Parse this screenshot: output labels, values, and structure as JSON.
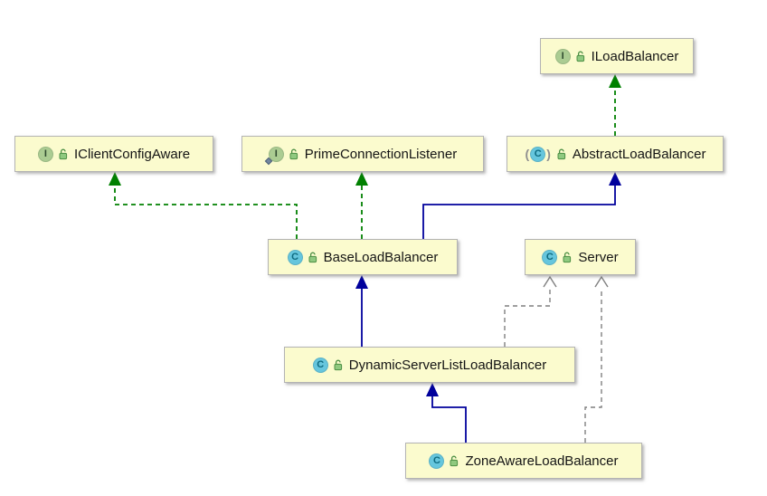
{
  "diagram": {
    "colors": {
      "background": "#ffffff",
      "node_fill": "#fbfbce",
      "node_border": "#b3b3b3",
      "extends_edge": "#00009c",
      "implements_edge": "#008000",
      "dependency_edge": "#7f7f7f",
      "interface_icon_bg": "#abcc92",
      "class_icon_bg": "#66c6dd",
      "lock_icon_green": "#4c8f44"
    },
    "nodes": [
      {
        "id": "iloadbalancer",
        "label": "ILoadBalancer",
        "kind": "interface",
        "icon_letter": "I",
        "visibility_icon": "unlocked-padlock"
      },
      {
        "id": "iclientconfigaware",
        "label": "IClientConfigAware",
        "kind": "interface",
        "icon_letter": "I",
        "visibility_icon": "unlocked-padlock"
      },
      {
        "id": "primeconnectionlistener",
        "label": "PrimeConnectionListener",
        "kind": "inner-interface",
        "icon_letter": "I",
        "visibility_icon": "unlocked-padlock"
      },
      {
        "id": "abstractloadbalancer",
        "label": "AbstractLoadBalancer",
        "kind": "abstract-class",
        "icon_letter": "C",
        "visibility_icon": "unlocked-padlock"
      },
      {
        "id": "baseloadbalancer",
        "label": "BaseLoadBalancer",
        "kind": "class",
        "icon_letter": "C",
        "visibility_icon": "unlocked-padlock"
      },
      {
        "id": "server",
        "label": "Server",
        "kind": "class",
        "icon_letter": "C",
        "visibility_icon": "unlocked-padlock"
      },
      {
        "id": "dynamicserverlistloadbalancer",
        "label": "DynamicServerListLoadBalancer",
        "kind": "class",
        "icon_letter": "C",
        "visibility_icon": "unlocked-padlock"
      },
      {
        "id": "zoneawareloadbalancer",
        "label": "ZoneAwareLoadBalancer",
        "kind": "class",
        "icon_letter": "C",
        "visibility_icon": "unlocked-padlock"
      }
    ],
    "edges": [
      {
        "from": "AbstractLoadBalancer",
        "to": "ILoadBalancer",
        "type": "implements",
        "style": "green-dashed-solid-arrowhead"
      },
      {
        "from": "BaseLoadBalancer",
        "to": "IClientConfigAware",
        "type": "implements",
        "style": "green-dashed-solid-arrowhead"
      },
      {
        "from": "BaseLoadBalancer",
        "to": "PrimeConnectionListener",
        "type": "implements",
        "style": "green-dashed-solid-arrowhead"
      },
      {
        "from": "BaseLoadBalancer",
        "to": "AbstractLoadBalancer",
        "type": "extends",
        "style": "navy-solid-solid-arrowhead"
      },
      {
        "from": "DynamicServerListLoadBalancer",
        "to": "BaseLoadBalancer",
        "type": "extends",
        "style": "navy-solid-solid-arrowhead"
      },
      {
        "from": "ZoneAwareLoadBalancer",
        "to": "DynamicServerListLoadBalancer",
        "type": "extends",
        "style": "navy-solid-solid-arrowhead"
      },
      {
        "from": "DynamicServerListLoadBalancer",
        "to": "Server",
        "type": "dependency",
        "style": "gray-dashed-open-arrowhead"
      },
      {
        "from": "ZoneAwareLoadBalancer",
        "to": "Server",
        "type": "dependency",
        "style": "gray-dashed-open-arrowhead"
      }
    ]
  }
}
